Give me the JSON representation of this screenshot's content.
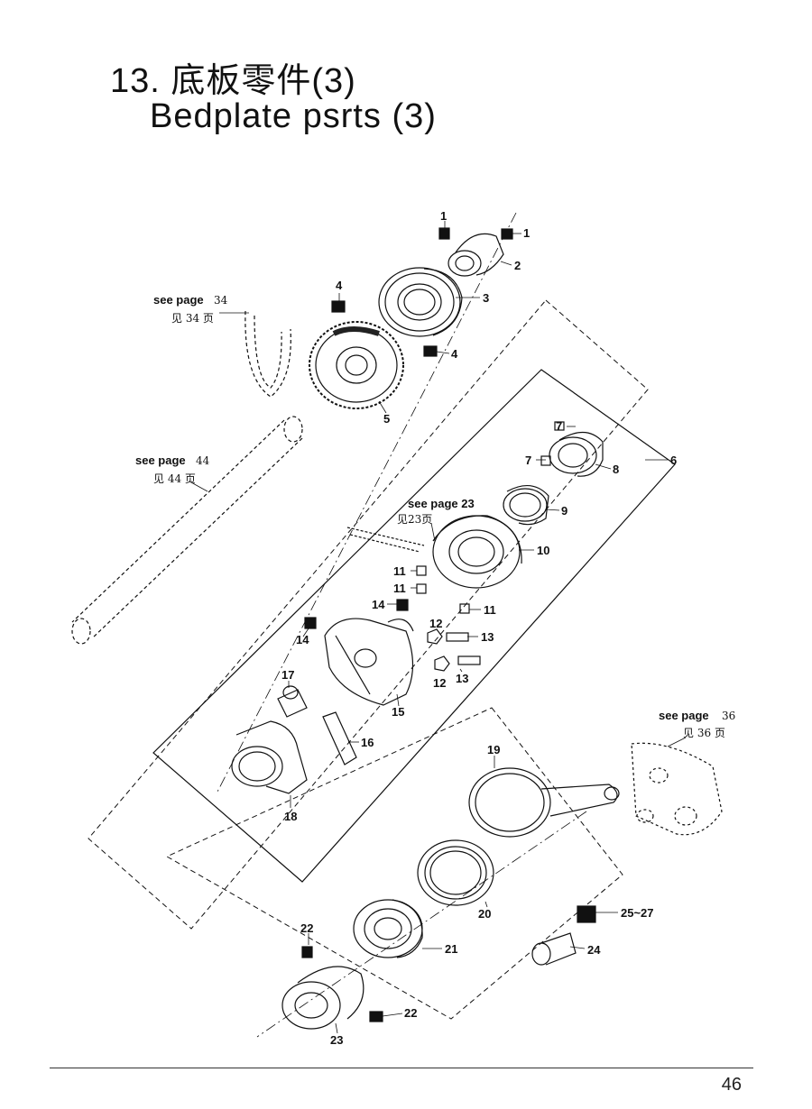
{
  "header": {
    "title_cn": "13. 底板零件(3)",
    "title_en": "Bedplate psrts (3)"
  },
  "refs": [
    {
      "en": "see page",
      "num": "34",
      "cn": "见 34 页"
    },
    {
      "en": "see page",
      "num": "44",
      "cn": "见 44 页"
    },
    {
      "en": "see page 23",
      "num": "",
      "cn": "见23页"
    },
    {
      "en": "see page",
      "num": "36",
      "cn": "见 36 页"
    }
  ],
  "callouts": [
    "1",
    "1",
    "2",
    "3",
    "4",
    "4",
    "5",
    "6",
    "7",
    "7",
    "8",
    "9",
    "10",
    "11",
    "11",
    "11",
    "12",
    "12",
    "13",
    "13",
    "14",
    "14",
    "15",
    "16",
    "17",
    "18",
    "19",
    "20",
    "21",
    "22",
    "22",
    "23",
    "24",
    "25~27"
  ],
  "footer": {
    "page": "46"
  }
}
